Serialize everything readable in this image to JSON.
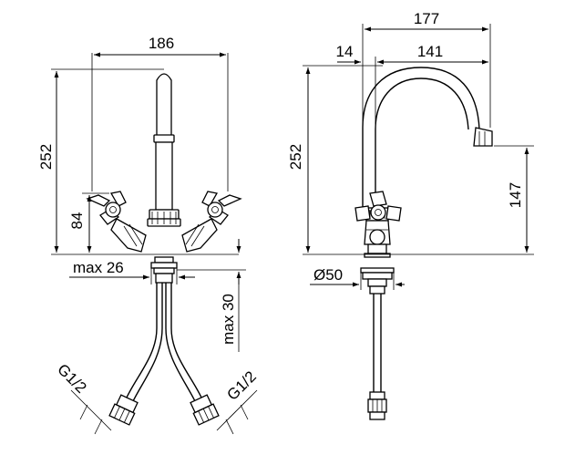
{
  "dimensions": {
    "front_width": "186",
    "front_height": "252",
    "handle_height": "84",
    "max_body_width": "max 26",
    "max_shank_length": "max 30",
    "inlet_left": "G1/2",
    "inlet_right": "G1/2",
    "side_reach": "177",
    "side_offset": "14",
    "side_spout": "141",
    "side_height": "252",
    "spout_height": "147",
    "base_diameter": "Ø50"
  },
  "colors": {
    "line": "#000000",
    "background": "#ffffff"
  }
}
